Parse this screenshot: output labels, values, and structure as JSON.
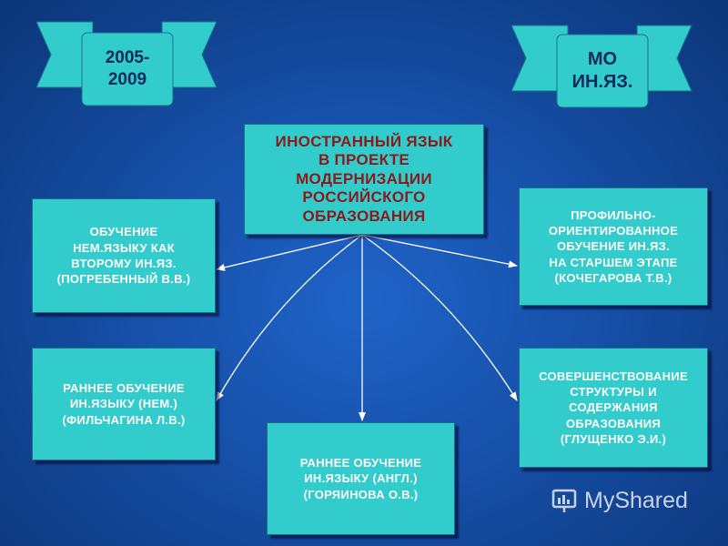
{
  "banners": {
    "left": {
      "line1": "2005-",
      "line2": "2009"
    },
    "right": {
      "line1": "МО",
      "line2": "ИН.ЯЗ."
    }
  },
  "center": {
    "lines": [
      "ИНОСТРАННЫЙ ЯЗЫК",
      "В ПРОЕКТЕ",
      "МОДЕРНИЗАЦИИ",
      "РОССИЙСКОГО",
      "ОБРАЗОВАНИЯ"
    ]
  },
  "boxes": {
    "left_top": {
      "lines": [
        "ОБУЧЕНИЕ",
        "НЕМ.ЯЗЫКУ КАК",
        "ВТОРОМУ ИН.ЯЗ.",
        "(ПОГРЕБЕННЫЙ В.В.)"
      ]
    },
    "left_bottom": {
      "lines": [
        "РАННЕЕ ОБУЧЕНИЕ",
        "ИН.ЯЗЫКУ (НЕМ.)",
        "(ФИЛЬЧАГИНА Л.В.)"
      ]
    },
    "bottom_center": {
      "lines": [
        "РАННЕЕ ОБУЧЕНИЕ",
        "ИН.ЯЗЫКУ (АНГЛ.)",
        "(ГОРЯИНОВА О.В.)"
      ]
    },
    "right_top": {
      "lines": [
        "ПРОФИЛЬНО-",
        "ОРИЕНТИРОВАННОЕ",
        "ОБУЧЕНИЕ ИН.ЯЗ.",
        "НА СТАРШЕМ ЭТАПЕ",
        "(КОЧЕГАРОВА Т.В.)"
      ]
    },
    "right_bottom": {
      "lines": [
        "СОВЕРШЕНСТВОВАНИЕ",
        "СТРУКТУРЫ И",
        "СОДЕРЖАНИЯ",
        "ОБРАЗОВАНИЯ",
        "(ГЛУЩЕНКО Э.И.)"
      ]
    }
  },
  "watermark": {
    "text": "MyShared"
  },
  "colors": {
    "box": "#33cccc",
    "center_text": "#8b1a1a",
    "box_text": "#ffffff",
    "banner_text": "#0e2a5c",
    "arrow": "#ffffff"
  }
}
